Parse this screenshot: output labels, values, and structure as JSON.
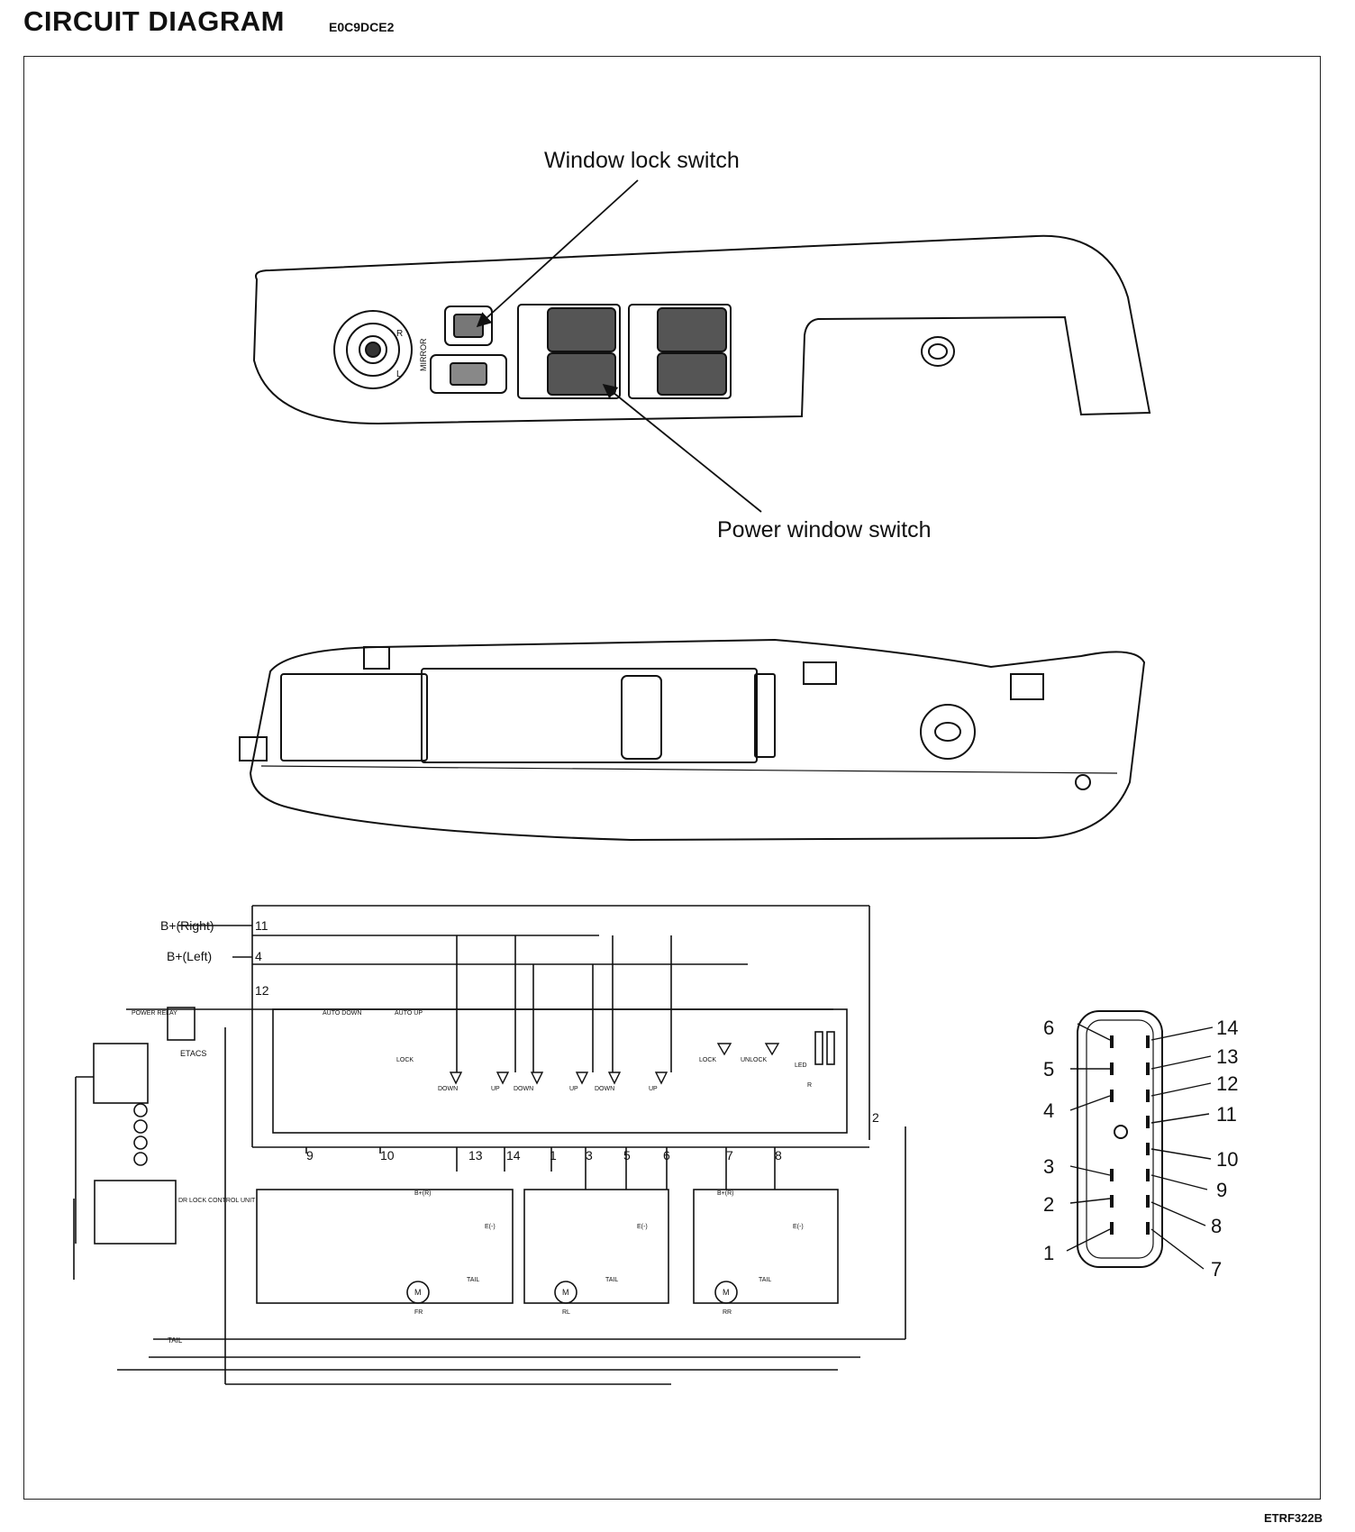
{
  "header": {
    "title": "CIRCUIT DIAGRAM",
    "code": "E0C9DCE2"
  },
  "footer": {
    "figure_id": "ETRF322B"
  },
  "callouts": {
    "window_lock_switch": "Window lock switch",
    "power_window_switch": "Power window switch"
  },
  "switch_panel": {
    "mirror_label": "MIRROR",
    "mirror_r": "R",
    "mirror_l": "L"
  },
  "circuit": {
    "supply_right": "B+(Right)",
    "supply_left": "B+(Left)",
    "terminal_11": "11",
    "terminal_4": "4",
    "terminal_12": "12",
    "power_relay": "POWER RELAY",
    "etacs": "ETACS",
    "dr_lock_unit": "DR LOCK CONTROL UNIT",
    "labels": {
      "auto_down": "AUTO DOWN",
      "auto_up": "AUTO UP",
      "lock": "LOCK",
      "unlock": "UNLOCK",
      "down": "DOWN",
      "up": "UP",
      "led": "LED",
      "r": "R",
      "tail": "TAIL",
      "e_minus": "E(-)",
      "motor": "M",
      "fr": "FR",
      "rl": "RL",
      "rr": "RR",
      "b_plus": "B+(R)"
    },
    "bottom_terminals": [
      "9",
      "10",
      "13",
      "14",
      "1",
      "3",
      "5",
      "6",
      "7",
      "8"
    ],
    "right_terminal": "2",
    "tail_bus": "TAIL"
  },
  "connector": {
    "left_pins": [
      "6",
      "5",
      "4",
      "3",
      "2",
      "1"
    ],
    "right_pins": [
      "14",
      "13",
      "12",
      "11",
      "10",
      "9",
      "8",
      "7"
    ]
  }
}
